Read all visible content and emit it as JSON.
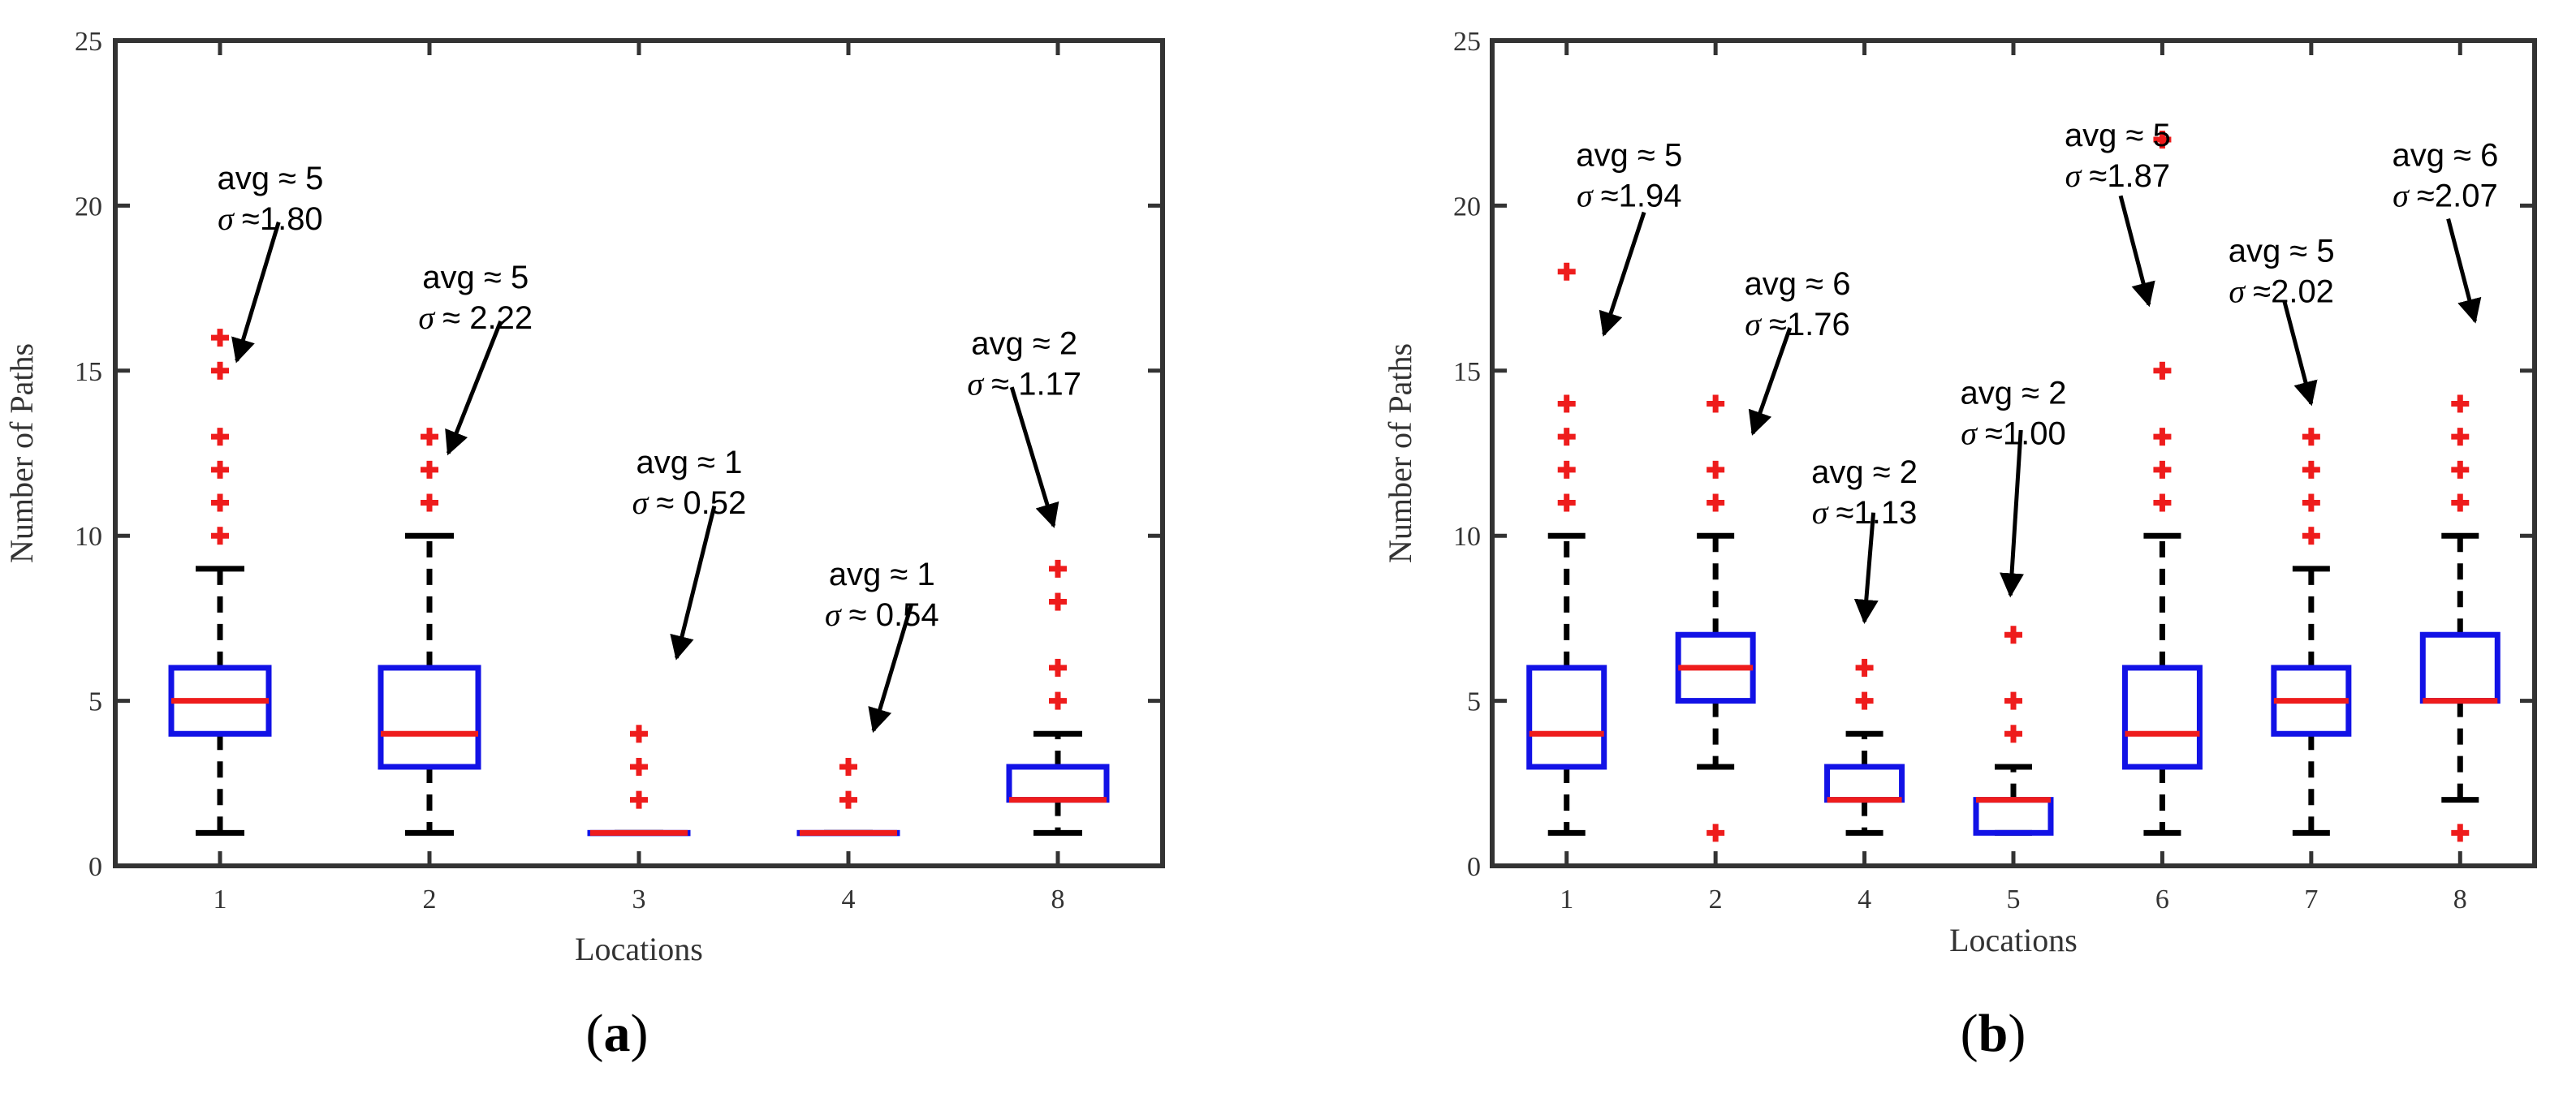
{
  "colors": {
    "box": "#1212e6",
    "median": "#ee1c1c",
    "whisker": "#000000",
    "outlier": "#ee1c1c",
    "axes": "#333333"
  },
  "chart_data": [
    {
      "type": "box",
      "panel_label": "a",
      "xlabel": "Locations",
      "ylabel": "Number of Paths",
      "ylim": [
        0,
        25
      ],
      "yticks": [
        0,
        5,
        10,
        15,
        20,
        25
      ],
      "categories": [
        "1",
        "2",
        "3",
        "4",
        "8"
      ],
      "boxes": [
        {
          "q1": 4,
          "median": 5,
          "q3": 6,
          "whisker_low": 1,
          "whisker_high": 9,
          "outliers": [
            10,
            11,
            12,
            13,
            15,
            16
          ]
        },
        {
          "q1": 3,
          "median": 4,
          "q3": 6,
          "whisker_low": 1,
          "whisker_high": 10,
          "outliers": [
            11,
            12,
            13
          ]
        },
        {
          "q1": 1,
          "median": 1,
          "q3": 1,
          "whisker_low": 1,
          "whisker_high": 1,
          "outliers": [
            2,
            3,
            4
          ]
        },
        {
          "q1": 1,
          "median": 1,
          "q3": 1,
          "whisker_low": 1,
          "whisker_high": 1,
          "outliers": [
            2,
            3
          ]
        },
        {
          "q1": 2,
          "median": 2,
          "q3": 3,
          "whisker_low": 1,
          "whisker_high": 4,
          "outliers": [
            5,
            6,
            8,
            9
          ]
        }
      ],
      "annotations": [
        {
          "category": "1",
          "avg": "avg ≈ 5",
          "sigma": "≈1.80",
          "text_pos": [
            1.24,
            20.5
          ],
          "arrow_from": [
            1.28,
            19.5
          ],
          "arrow_to": [
            1.08,
            15.3
          ]
        },
        {
          "category": "2",
          "avg": "avg ≈ 5",
          "sigma": "≈ 2.22",
          "text_pos": [
            2.22,
            17.5
          ],
          "arrow_from": [
            2.34,
            16.5
          ],
          "arrow_to": [
            2.09,
            12.5
          ]
        },
        {
          "category": "3",
          "avg": "avg ≈ 1",
          "sigma": "≈ 0.52",
          "text_pos": [
            3.24,
            11.9
          ],
          "arrow_from": [
            3.36,
            10.9
          ],
          "arrow_to": [
            3.18,
            6.3
          ]
        },
        {
          "category": "4",
          "avg": "avg ≈ 1",
          "sigma": "≈ 0.54",
          "text_pos": [
            4.16,
            8.5
          ],
          "arrow_from": [
            4.3,
            7.9
          ],
          "arrow_to": [
            4.12,
            4.1
          ]
        },
        {
          "category": "8",
          "avg": "avg ≈ 2",
          "sigma": "≈ 1.17",
          "text_pos": [
            4.84,
            15.5
          ],
          "arrow_from": [
            4.78,
            14.5
          ],
          "arrow_to": [
            4.98,
            10.3
          ]
        }
      ]
    },
    {
      "type": "box",
      "panel_label": "b",
      "xlabel": "Locations",
      "ylabel": "Number of Paths",
      "ylim": [
        0,
        25
      ],
      "yticks": [
        0,
        5,
        10,
        15,
        20,
        25
      ],
      "categories": [
        "1",
        "2",
        "4",
        "5",
        "6",
        "7",
        "8"
      ],
      "boxes": [
        {
          "q1": 3,
          "median": 4,
          "q3": 6,
          "whisker_low": 1,
          "whisker_high": 10,
          "outliers": [
            11,
            12,
            13,
            14,
            18
          ]
        },
        {
          "q1": 5,
          "median": 6,
          "q3": 7,
          "whisker_low": 3,
          "whisker_high": 10,
          "outliers": [
            1,
            11,
            12,
            14
          ]
        },
        {
          "q1": 2,
          "median": 2,
          "q3": 3,
          "whisker_low": 1,
          "whisker_high": 4,
          "outliers": [
            5,
            6
          ]
        },
        {
          "q1": 1,
          "median": 2,
          "q3": 2,
          "whisker_low": 1,
          "whisker_high": 3,
          "outliers": [
            4,
            5,
            7
          ]
        },
        {
          "q1": 3,
          "median": 4,
          "q3": 6,
          "whisker_low": 1,
          "whisker_high": 10,
          "outliers": [
            11,
            12,
            13,
            15,
            22
          ]
        },
        {
          "q1": 4,
          "median": 5,
          "q3": 6,
          "whisker_low": 1,
          "whisker_high": 9,
          "outliers": [
            10,
            11,
            12,
            13
          ]
        },
        {
          "q1": 5,
          "median": 5,
          "q3": 7,
          "whisker_low": 2,
          "whisker_high": 10,
          "outliers": [
            1,
            11,
            12,
            13,
            14
          ]
        }
      ],
      "annotations": [
        {
          "category": "1",
          "avg": "avg ≈ 5",
          "sigma": "≈1.94",
          "text_pos": [
            1.42,
            21.2
          ],
          "arrow_from": [
            1.52,
            19.8
          ],
          "arrow_to": [
            1.25,
            16.1
          ]
        },
        {
          "category": "2",
          "avg": "avg ≈ 6",
          "sigma": "≈1.76",
          "text_pos": [
            2.55,
            17.3
          ],
          "arrow_from": [
            2.5,
            16.3
          ],
          "arrow_to": [
            2.25,
            13.1
          ]
        },
        {
          "category": "4",
          "avg": "avg ≈ 2",
          "sigma": "≈1.13",
          "text_pos": [
            3.0,
            11.6
          ],
          "arrow_from": [
            3.06,
            10.7
          ],
          "arrow_to": [
            3.0,
            7.4
          ]
        },
        {
          "category": "5",
          "avg": "avg ≈ 2",
          "sigma": "≈1.00",
          "text_pos": [
            4.0,
            14.0
          ],
          "arrow_from": [
            4.05,
            13.2
          ],
          "arrow_to": [
            3.98,
            8.2
          ]
        },
        {
          "category": "6",
          "avg": "avg ≈ 5",
          "sigma": "≈1.87",
          "text_pos": [
            4.7,
            21.8
          ],
          "arrow_from": [
            4.72,
            20.3
          ],
          "arrow_to": [
            4.91,
            17.0
          ]
        },
        {
          "category": "7",
          "avg": "avg ≈ 5",
          "sigma": "≈2.02",
          "text_pos": [
            5.8,
            18.3
          ],
          "arrow_from": [
            5.82,
            17.1
          ],
          "arrow_to": [
            6.0,
            14.0
          ]
        },
        {
          "category": "8",
          "avg": "avg ≈ 6",
          "sigma": "≈2.07",
          "text_pos": [
            6.9,
            21.2
          ],
          "arrow_from": [
            6.92,
            19.6
          ],
          "arrow_to": [
            7.1,
            16.5
          ]
        }
      ]
    }
  ]
}
